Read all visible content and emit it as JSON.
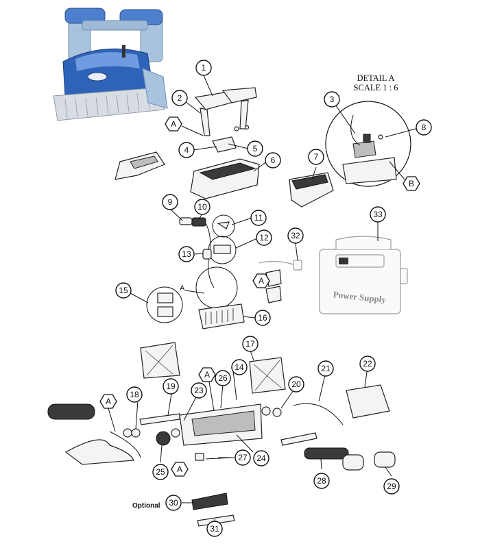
{
  "detail": {
    "title": "DETAIL A",
    "scale": "SCALE 1 : 6",
    "marker": "A"
  },
  "optional_label": "Optional",
  "power_supply_label": "Power Supply",
  "hex_labels": {
    "a1": "A",
    "a2": "A",
    "a3": "A",
    "a4": "A",
    "a5": "A",
    "b": "B"
  },
  "callouts": {
    "c1": "1",
    "c2": "2",
    "c3": "3",
    "c4": "4",
    "c5": "5",
    "c6": "6",
    "c7": "7",
    "c8": "8",
    "c9": "9",
    "c10": "10",
    "c11": "11",
    "c12": "12",
    "c13": "13",
    "c14": "14",
    "c15": "15",
    "c16": "16",
    "c17": "17",
    "c18": "18",
    "c19": "19",
    "c20": "20",
    "c21": "21",
    "c22": "22",
    "c23": "23",
    "c24": "24",
    "c25": "25",
    "c26": "26",
    "c27": "27",
    "c28": "28",
    "c29": "29",
    "c30": "30",
    "c31": "31",
    "c32": "32",
    "c33": "33"
  },
  "colors": {
    "robot_body": "#2f63b8",
    "robot_frame": "#a9c3df",
    "robot_brush": "#d8dde3"
  }
}
